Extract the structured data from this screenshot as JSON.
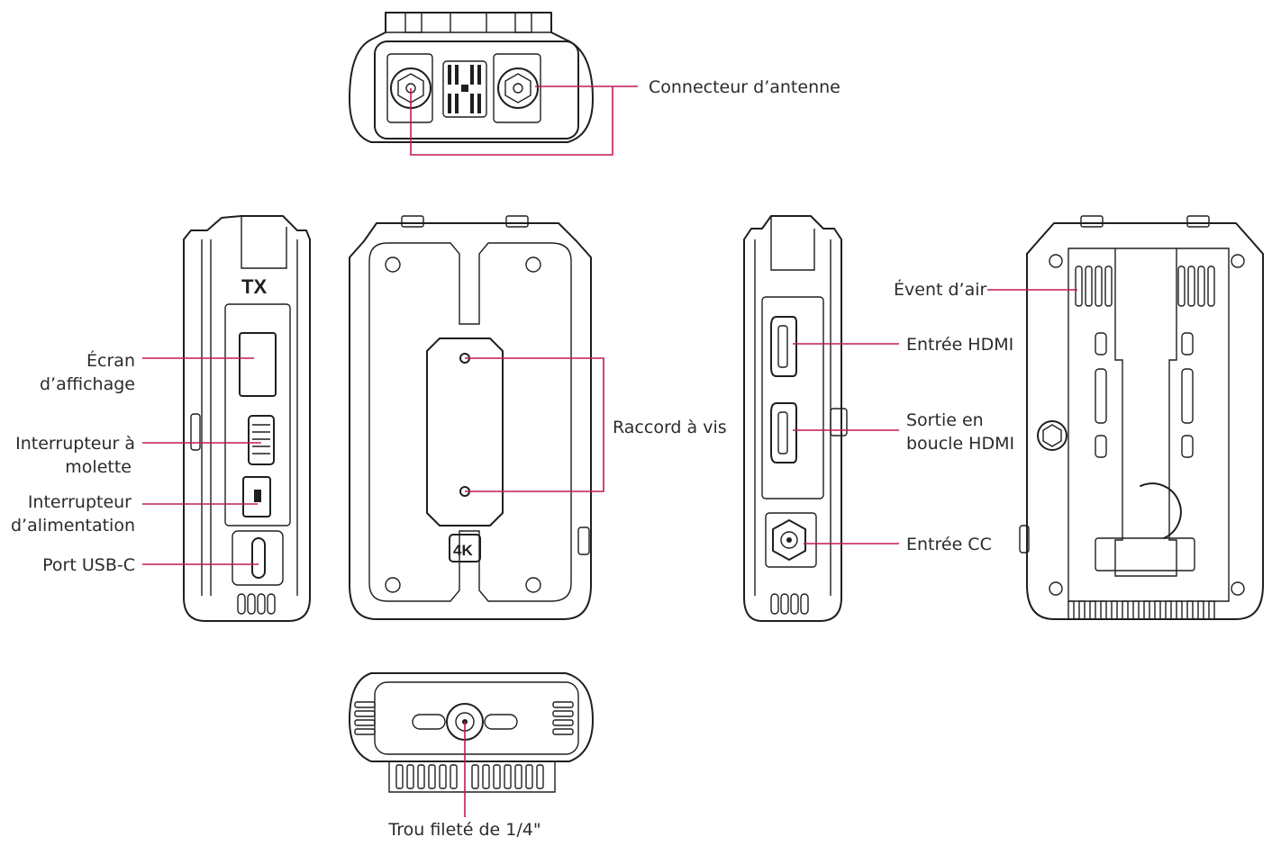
{
  "labels": {
    "antenna_connector": "Connecteur d’antenne",
    "display_screen_l1": "Écran",
    "display_screen_l2": "d’affichage",
    "jog_switch_l1": "Interrupteur à",
    "jog_switch_l2": "molette",
    "power_switch_l1": "Interrupteur",
    "power_switch_l2": "d’alimentation",
    "usb_c_port": "Port USB-C",
    "screw_mount": "Raccord à vis",
    "air_vent": "Évent d’air",
    "hdmi_input": "Entrée HDMI",
    "hdmi_loop_l1": "Sortie en",
    "hdmi_loop_l2": "boucle HDMI",
    "dc_input": "Entrée CC",
    "threaded_hole": "Trou fileté de 1/4\""
  },
  "device_marks": {
    "tx": "TX",
    "four_k": "4K"
  },
  "colors": {
    "leader": "#c2185b",
    "outline": "#1f1f1f",
    "text": "#2b2b2b"
  }
}
